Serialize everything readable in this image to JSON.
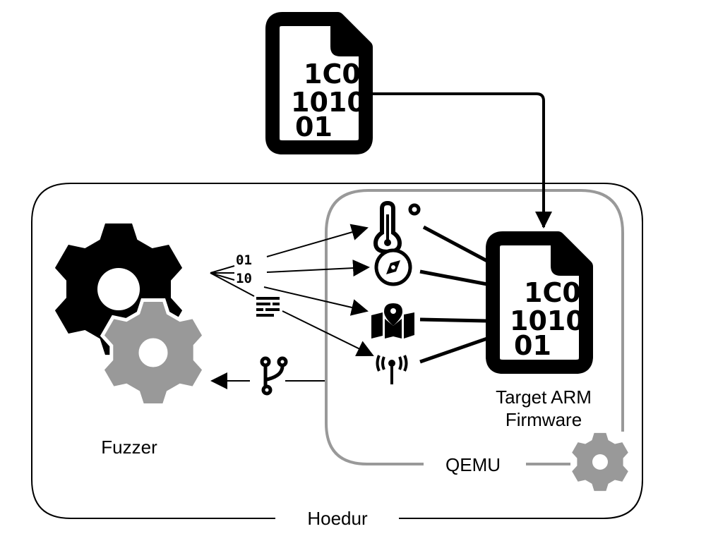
{
  "labels": {
    "fuzzer": "Fuzzer",
    "qemu": "QEMU",
    "hoedur": "Hoedur",
    "target_line1": "Target ARM",
    "target_line2": "Firmware"
  },
  "firmware_file_bits": [
    "1C0",
    "1010",
    "01"
  ],
  "input_bits": [
    "01",
    "10"
  ],
  "peripheral_icons": [
    "thermometer-icon",
    "compass-icon",
    "map-pin-icon",
    "antenna-icon"
  ],
  "colors": {
    "primary": "#000000",
    "secondary": "#999999"
  }
}
